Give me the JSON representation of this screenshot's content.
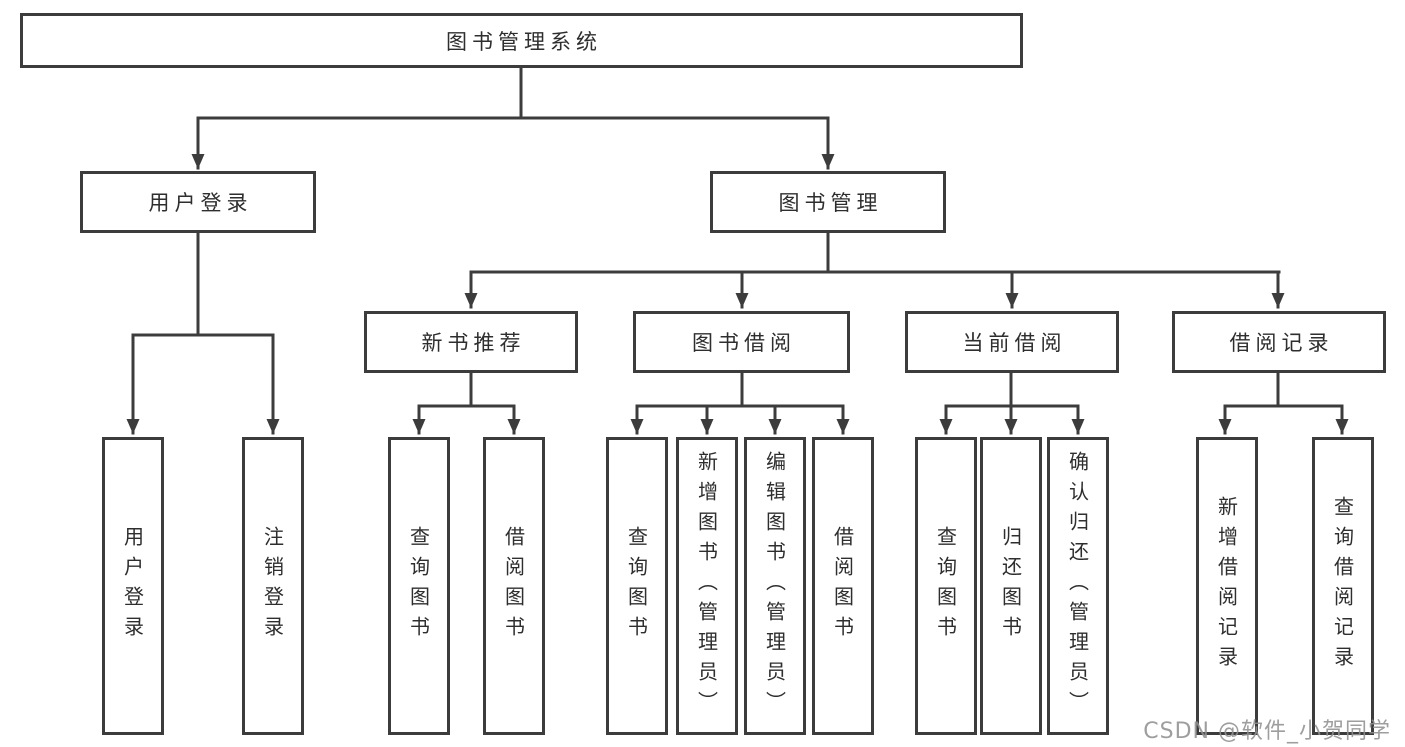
{
  "tree": {
    "root": {
      "label": "图书管理系统",
      "children": [
        {
          "label": "用户登录",
          "children": [
            {
              "label": "用户登录"
            },
            {
              "label": "注销登录"
            }
          ]
        },
        {
          "label": "图书管理",
          "children": [
            {
              "label": "新书推荐",
              "children": [
                {
                  "label": "查询图书"
                },
                {
                  "label": "借阅图书"
                }
              ]
            },
            {
              "label": "图书借阅",
              "children": [
                {
                  "label": "查询图书"
                },
                {
                  "label": "新增图书（管理员）"
                },
                {
                  "label": "编辑图书（管理员）"
                },
                {
                  "label": "借阅图书"
                }
              ]
            },
            {
              "label": "当前借阅",
              "children": [
                {
                  "label": "查询图书"
                },
                {
                  "label": "归还图书"
                },
                {
                  "label": "确认归还（管理员）"
                }
              ]
            },
            {
              "label": "借阅记录",
              "children": [
                {
                  "label": "新增借阅记录"
                },
                {
                  "label": "查询借阅记录"
                }
              ]
            }
          ]
        }
      ]
    }
  },
  "watermark": {
    "text": "CSDN @软件_小贺同学"
  },
  "colors": {
    "line": "#3c3c3c",
    "text": "#2e2e2e",
    "watermark": "#919191",
    "background": "#ffffff"
  }
}
